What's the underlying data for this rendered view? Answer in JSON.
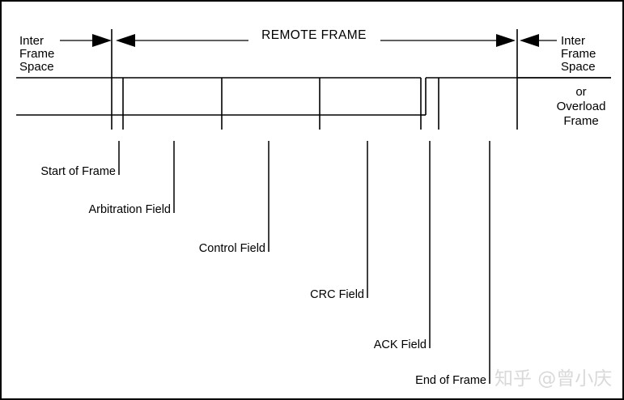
{
  "diagram": {
    "title": "REMOTE FRAME",
    "left_annotation": {
      "line1": "Inter",
      "line2": "Frame",
      "line3": "Space"
    },
    "right_annotation": {
      "line1": "Inter",
      "line2": "Frame",
      "line3": "Space",
      "alt_line1": "or",
      "alt_line2": "Overload",
      "alt_line3": "Frame"
    },
    "field_labels": [
      {
        "id": "start-of-frame",
        "text": "Start of Frame"
      },
      {
        "id": "arbitration-field",
        "text": "Arbitration Field"
      },
      {
        "id": "control-field",
        "text": "Control Field"
      },
      {
        "id": "crc-field",
        "text": "CRC Field"
      },
      {
        "id": "ack-field",
        "text": "ACK Field"
      },
      {
        "id": "end-of-frame",
        "text": "End of Frame"
      }
    ]
  },
  "watermark": {
    "text": "知乎 @曾小庆"
  },
  "colors": {
    "stroke": "#000000",
    "background": "#ffffff",
    "watermark": "#d9d9d9"
  }
}
